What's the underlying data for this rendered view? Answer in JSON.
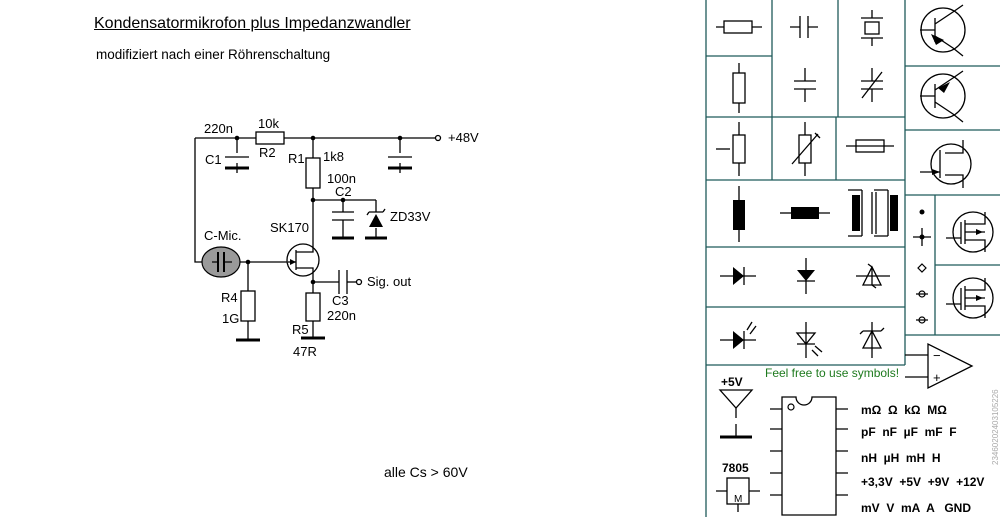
{
  "title": "Kondensatormikrofon plus Impedanzwandler",
  "subtitle": "modifiziert nach einer Röhrenschaltung",
  "note": "alle Cs > 60V",
  "circuit": {
    "c1_value": "220n",
    "c1_name": "C1",
    "r2_value": "10k",
    "r2_name": "R2",
    "r1_name": "R1",
    "r1_value": "1k8",
    "supply": "+48V",
    "c2_value": "100n",
    "c2_name": "C2",
    "zener": "ZD33V",
    "mic": "C-Mic.",
    "fet": "SK170",
    "r4_name": "R4",
    "r4_value": "1G",
    "sig_out": "Sig. out",
    "c3_name": "C3",
    "c3_value": "220n",
    "r5_name": "R5",
    "r5_value": "47R"
  },
  "palette": {
    "free_text": "Feel free to use symbols!",
    "v5": "+5V",
    "reg": "7805",
    "reg_pin": "M",
    "units_row1": "mΩ  Ω  kΩ  MΩ",
    "units_row2": "pF  nF  µF  mF  F",
    "units_row3": "nH  µH  mH  H",
    "units_row4": "+3,3V  +5V  +9V  +12V",
    "units_row5": "mV  V  mA  A   GND",
    "id": "23460202403105226",
    "accent": "#1e7a1e",
    "border": "#1f5a5a"
  }
}
